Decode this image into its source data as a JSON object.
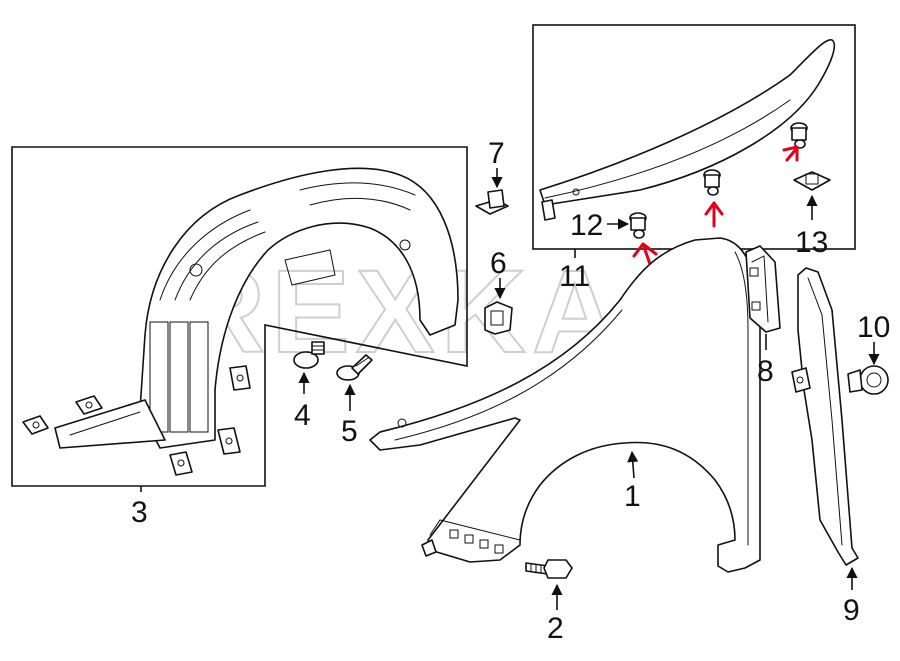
{
  "watermark": "REXKA",
  "callouts": {
    "c1": "1",
    "c2": "2",
    "c3": "3",
    "c4": "4",
    "c5": "5",
    "c6": "6",
    "c7": "7",
    "c8": "8",
    "c9": "9",
    "c10": "10",
    "c11": "11",
    "c12": "12",
    "c13": "13"
  },
  "colors": {
    "line": "#111111",
    "highlight": "#e3001b",
    "watermark": "#cfcfcf"
  }
}
